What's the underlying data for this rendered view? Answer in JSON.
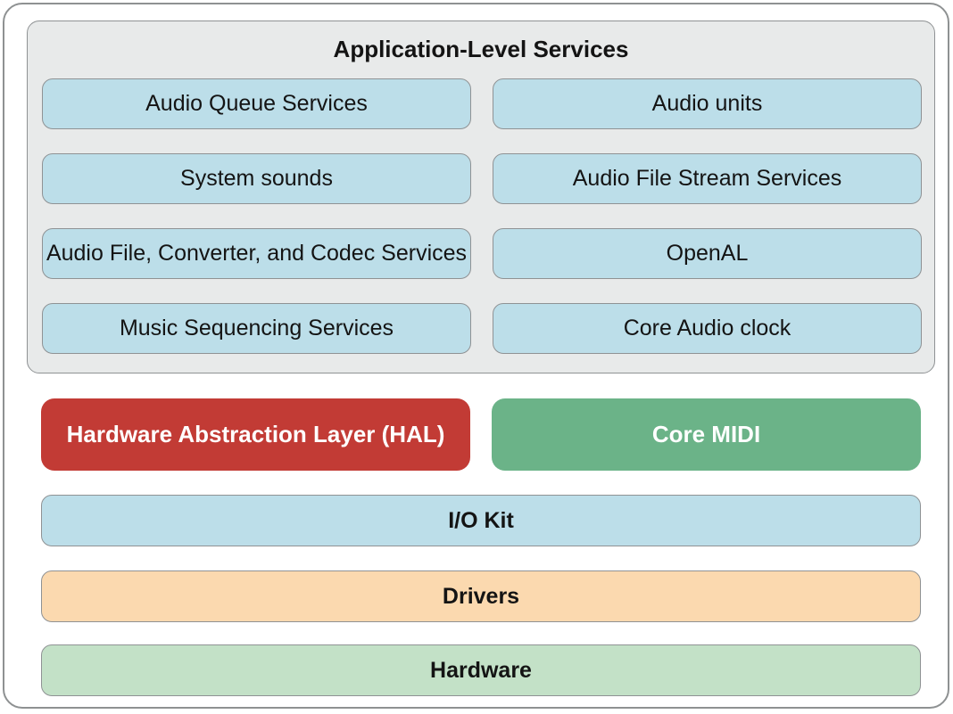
{
  "colors": {
    "panel-fill": "#e8eaea",
    "service-fill": "#bcdee9",
    "hal-fill": "#c23b35",
    "midi-fill": "#6bb388",
    "iokit-fill": "#bcdee9",
    "drivers-fill": "#fbd9af",
    "hardware-fill": "#c3e1c7",
    "box-border": "#8f9294",
    "frame-border": "#8e9192",
    "text-dark": "#141414",
    "text-light": "#ffffff"
  },
  "panel": {
    "title": "Application-Level Services",
    "services": {
      "left": [
        "Audio Queue Services",
        "System sounds",
        "Audio File, Converter, and Codec Services",
        "Music Sequencing Services"
      ],
      "right": [
        "Audio units",
        "Audio File Stream Services",
        "OpenAL",
        "Core Audio clock"
      ]
    }
  },
  "middle": {
    "hal": "Hardware Abstraction Layer (HAL)",
    "core_midi": "Core MIDI"
  },
  "layers": {
    "iokit": "I/O Kit",
    "drivers": "Drivers",
    "hardware": "Hardware"
  }
}
